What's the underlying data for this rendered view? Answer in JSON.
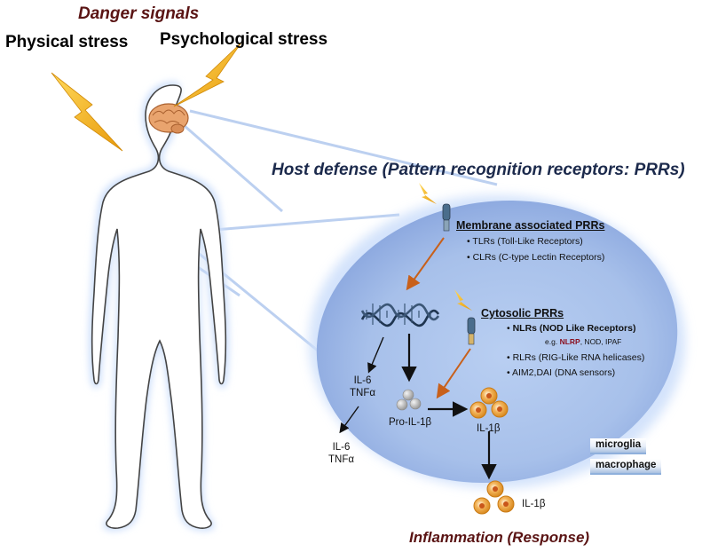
{
  "titles": {
    "danger_signals": "Danger signals",
    "physical_stress": "Physical stress",
    "psychological_stress": "Psychological stress",
    "host_defense": "Host defense (Pattern recognition receptors: PRRs)",
    "inflammation": "Inflammation (Response)"
  },
  "membrane": {
    "header": "Membrane associated PRRs",
    "items": [
      "TLRs (Toll-Like Receptors)",
      "CLRs (C-type Lectin Receptors)"
    ]
  },
  "cytosolic": {
    "header": "Cytosolic PRRs",
    "nlr": "NLRs (NOD Like Receptors)",
    "nlr_example_prefix": "e.g.",
    "nlr_example_highlight": "NLRP",
    "nlr_example_suffix": ", NOD, IPAF",
    "rlr": "RLRs (RIG-Like RNA helicases)",
    "aim2": "AIM2,DAI (DNA sensors)"
  },
  "labels": {
    "il6_inner": "IL-6",
    "tnf_inner": "TNFα",
    "il6_outer": "IL-6",
    "tnf_outer": "TNFα",
    "pro_il1b": "Pro-IL-1β",
    "il1b_inner": "IL-1β",
    "il1b_outer": "IL-1β"
  },
  "cell_types": [
    "microglia",
    "macrophage"
  ],
  "colors": {
    "cell_fill": "#a9c2ec",
    "cell_glow": "#cfe0fb",
    "lightning": "#f5b419",
    "danger_text": "#5a1414",
    "host_text": "#1c2a4c",
    "orange_arrow": "#c8601a",
    "nlrp_highlight": "#8a1020",
    "brain": "#e9a46e"
  },
  "icons": [
    "lightning-bolt",
    "brain",
    "dna-helix",
    "receptor",
    "cytokine-granule"
  ]
}
